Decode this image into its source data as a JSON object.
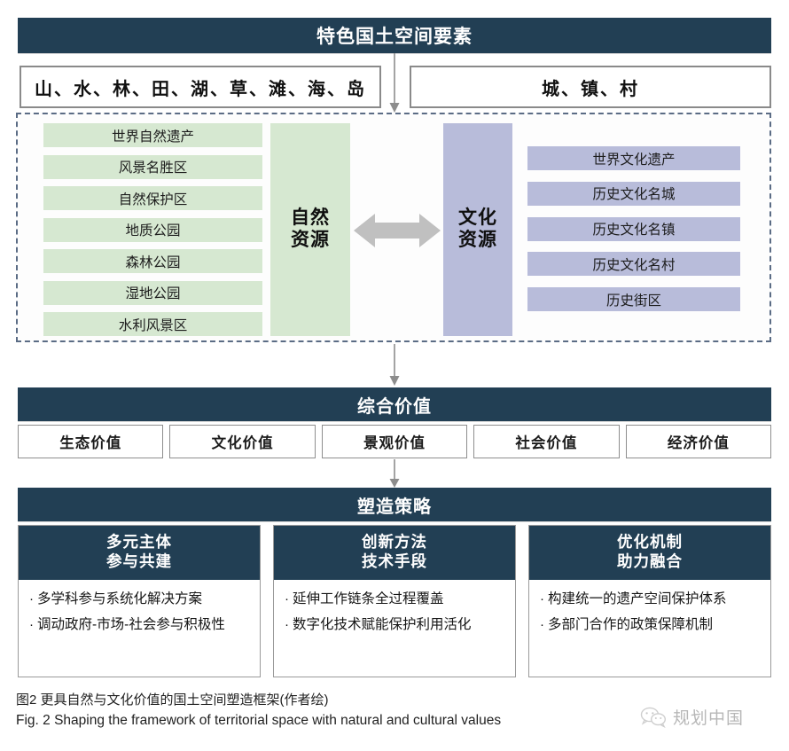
{
  "colors": {
    "banner_navy": "#223f54",
    "nature_green": "#d6e8d1",
    "culture_purple": "#b8bcda",
    "arrow_gray": "#bfbfbf",
    "dashed_border": "#5b6c85"
  },
  "top": {
    "title": "特色国土空间要素",
    "elements": [
      {
        "label": "山、水、林、田、湖、草、滩、海、岛"
      },
      {
        "label": "城、镇、村"
      }
    ]
  },
  "resources": {
    "nature": {
      "column_line1": "自然",
      "column_line2": "资源",
      "tags": [
        "世界自然遗产",
        "风景名胜区",
        "自然保护区",
        "地质公园",
        "森林公园",
        "湿地公园",
        "水利风景区"
      ]
    },
    "culture": {
      "column_line1": "文化",
      "column_line2": "资源",
      "tags": [
        "世界文化遗产",
        "历史文化名城",
        "历史文化名镇",
        "历史文化名村",
        "历史街区"
      ]
    },
    "exchange_icon": "double-headed-arrow"
  },
  "value": {
    "title": "综合价值",
    "items": [
      "生态价值",
      "文化价值",
      "景观价值",
      "社会价值",
      "经济价值"
    ]
  },
  "strategy": {
    "title": "塑造策略",
    "cards": [
      {
        "head_line1": "多元主体",
        "head_line2": "参与共建",
        "bullets": [
          "多学科参与系统化解决方案",
          "调动政府-市场-社会参与积极性"
        ]
      },
      {
        "head_line1": "创新方法",
        "head_line2": "技术手段",
        "bullets": [
          "延伸工作链条全过程覆盖",
          "数字化技术赋能保护利用活化"
        ]
      },
      {
        "head_line1": "优化机制",
        "head_line2": "助力融合",
        "bullets": [
          "构建统一的遗产空间保护体系",
          "多部门合作的政策保障机制"
        ]
      }
    ],
    "bullet_glyph": "·"
  },
  "caption": {
    "cn": "图2  更具自然与文化价值的国土空间塑造框架(作者绘)",
    "en": "Fig. 2  Shaping the framework of territorial space with natural and cultural values"
  },
  "watermark": {
    "icon": "wechat-icon",
    "text": "规划中国"
  }
}
